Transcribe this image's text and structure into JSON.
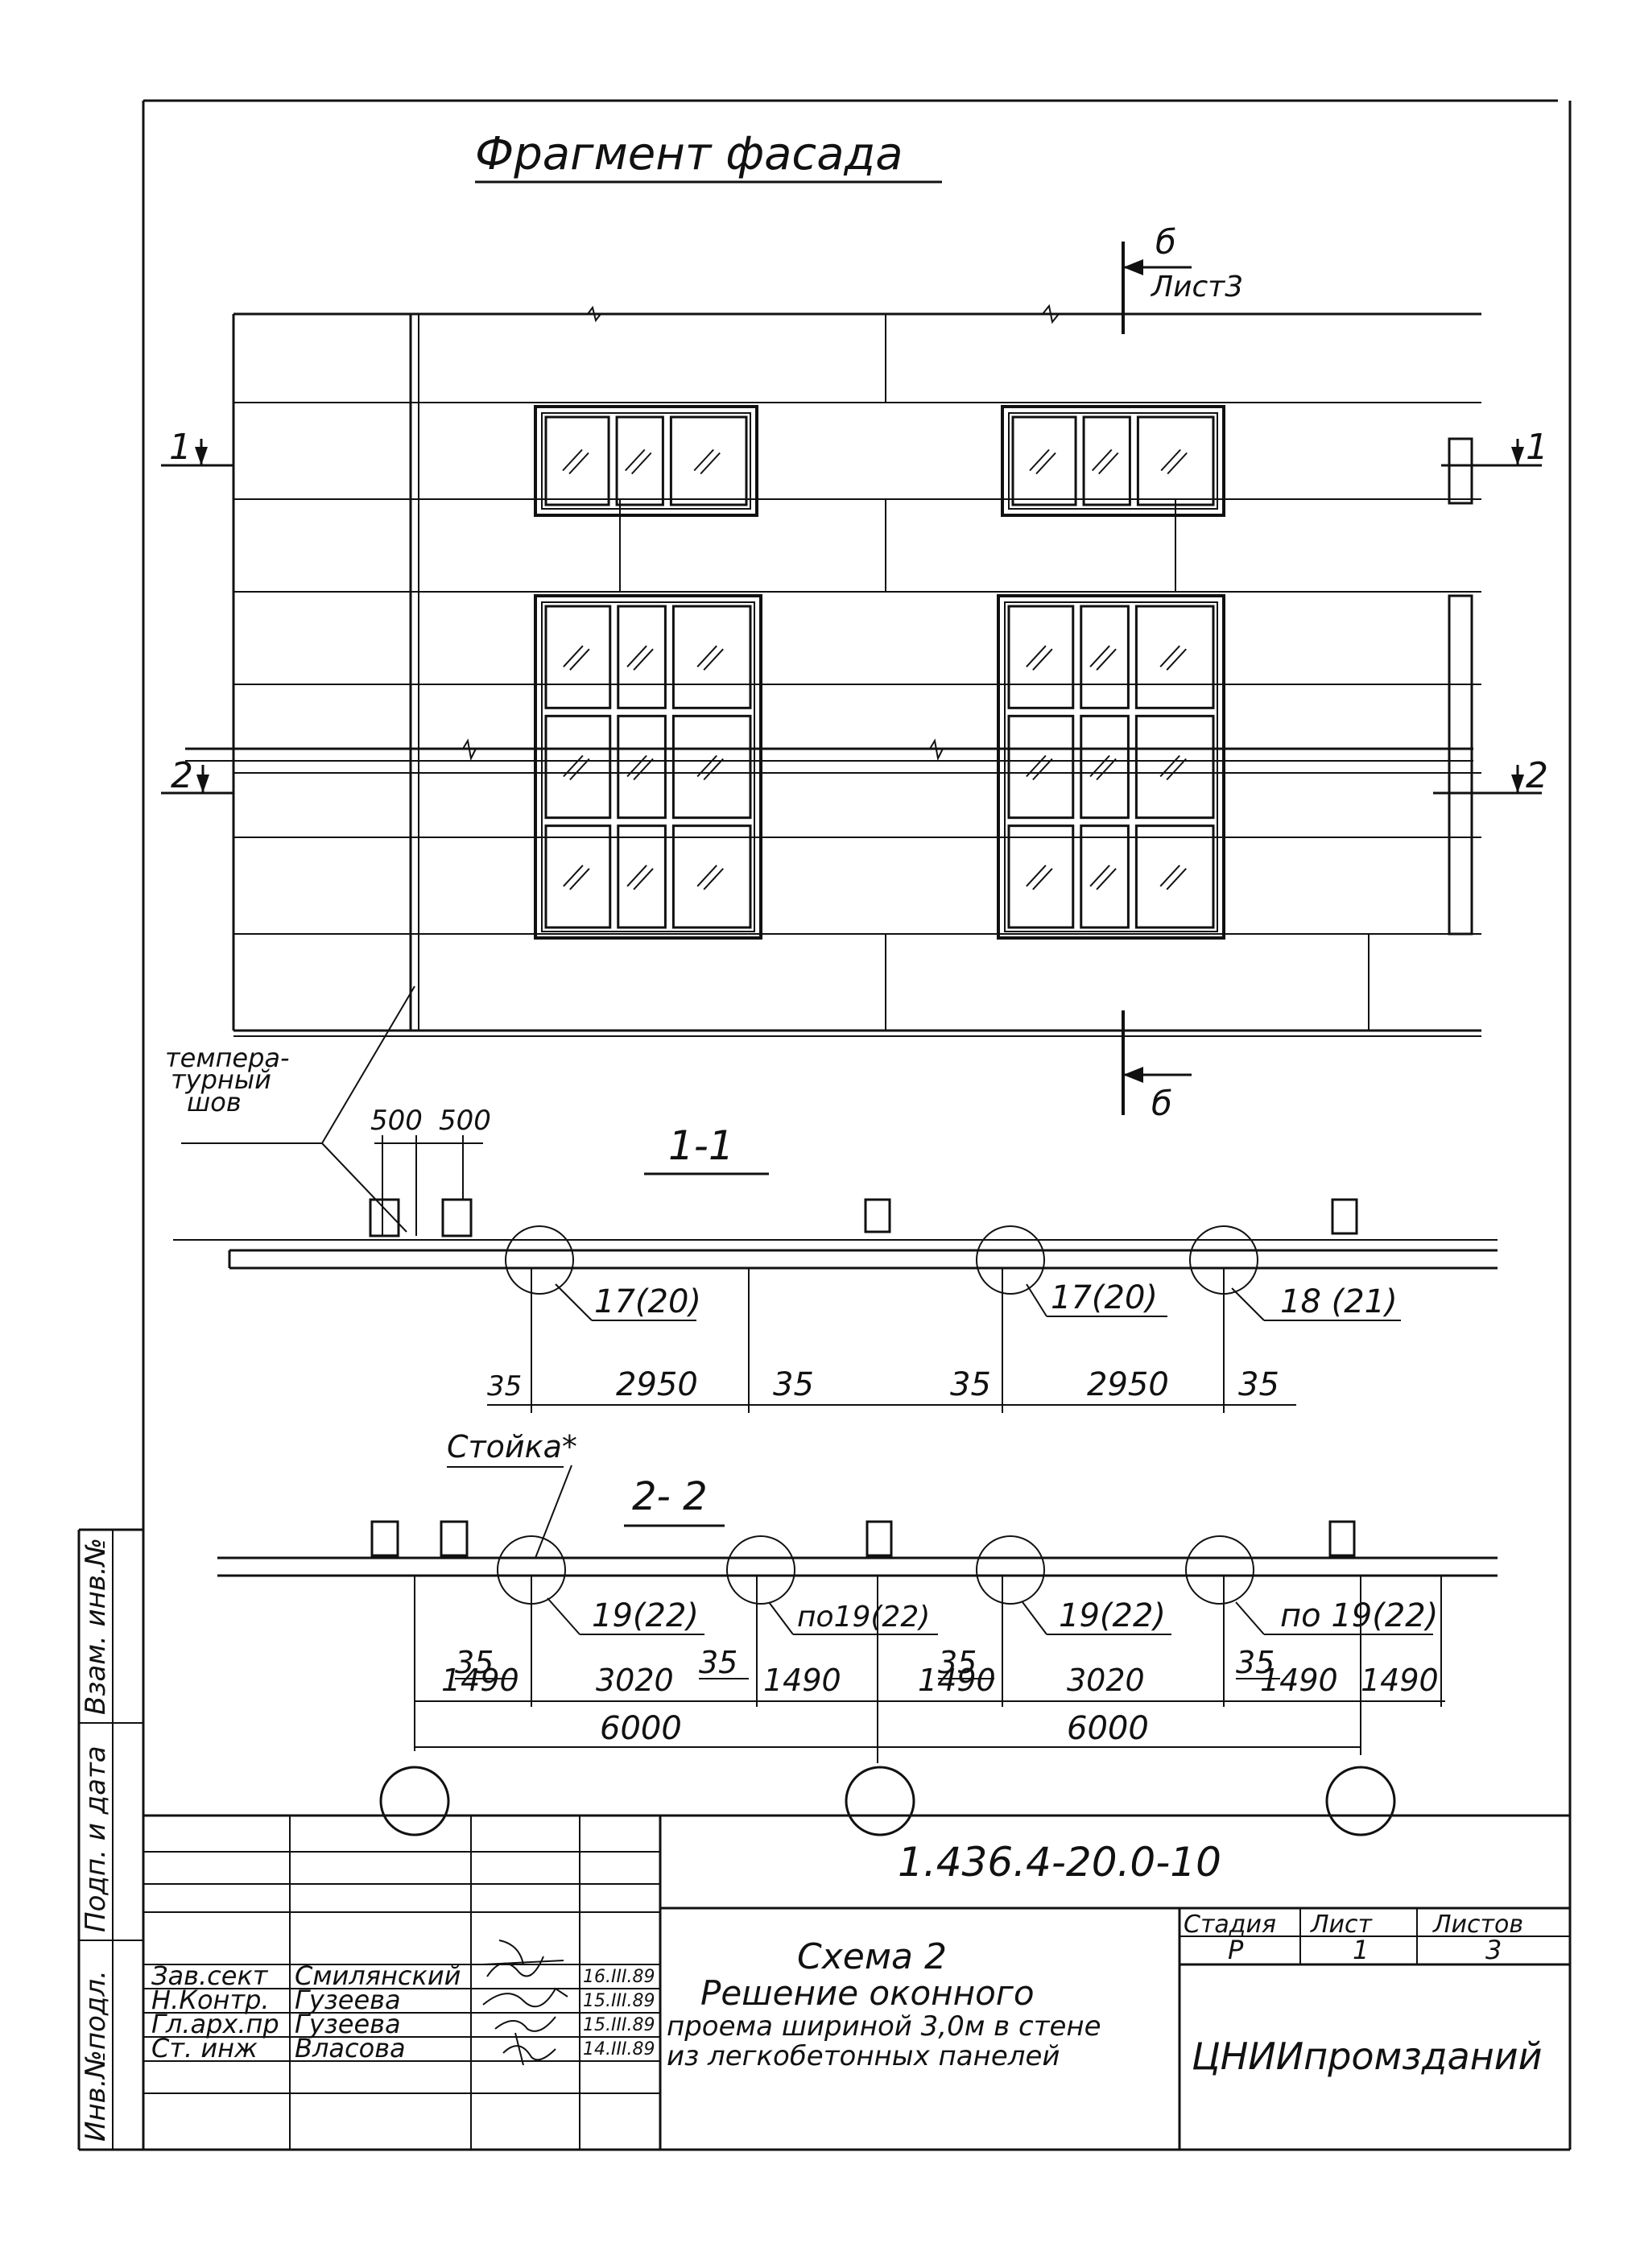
{
  "facade": {
    "title": "Фрагмент фасада",
    "section_b_top": "б",
    "section_b_sheet": "Лист3",
    "section_b_bottom": "б",
    "mark_1_left": "1",
    "mark_1_right": "1",
    "mark_2_left": "2",
    "mark_2_right": "2",
    "joint_label_lines": [
      "темпера-",
      "турный",
      "шов"
    ]
  },
  "section_1": {
    "title": "1-1",
    "dim_500_a": "500",
    "dim_500_b": "500",
    "callouts": [
      "17(20)",
      "17(20)",
      "18 (21)"
    ],
    "dims": [
      "35",
      "2950",
      "35",
      "35",
      "2950",
      "35"
    ]
  },
  "section_2": {
    "title": "2- 2",
    "post_label": "Стойка*",
    "callouts": [
      "19(22)",
      "по19(22)",
      "19(22)",
      "по 19(22)"
    ],
    "dims_35": [
      "35",
      "35",
      "35",
      "35"
    ],
    "dims_chain": [
      "1490",
      "3020",
      "1490",
      "1490",
      "3020",
      "1490",
      "1490"
    ],
    "dims_module": [
      "6000",
      "6000"
    ]
  },
  "side_stamp": [
    "Взам. инв.№",
    "Подп. и дата",
    "Инв.№подл."
  ],
  "title_block": {
    "code": "1.436.4-20.0-10",
    "roles": [
      "Зав.сект",
      "Н.Контр.",
      "Гл.арх.пр",
      "Ст. инж"
    ],
    "names": [
      "Смилянский",
      "Гузеева",
      "Гузеева",
      "Власова"
    ],
    "dates": [
      "16.III.89",
      "15.III.89",
      "15.III.89",
      "14.III.89"
    ],
    "doc_title_1": "Схема 2",
    "doc_title_2": "Решение оконного",
    "doc_title_3": "проема шириной 3,0м в стене",
    "doc_title_4": "из легкобетонных панелей",
    "stage_label": "Стадия",
    "sheet_label": "Лист",
    "sheets_label": "Листов",
    "stage_value": "Р",
    "sheet_value": "1",
    "sheets_value": "3",
    "organization": "ЦНИИпромзданий"
  }
}
